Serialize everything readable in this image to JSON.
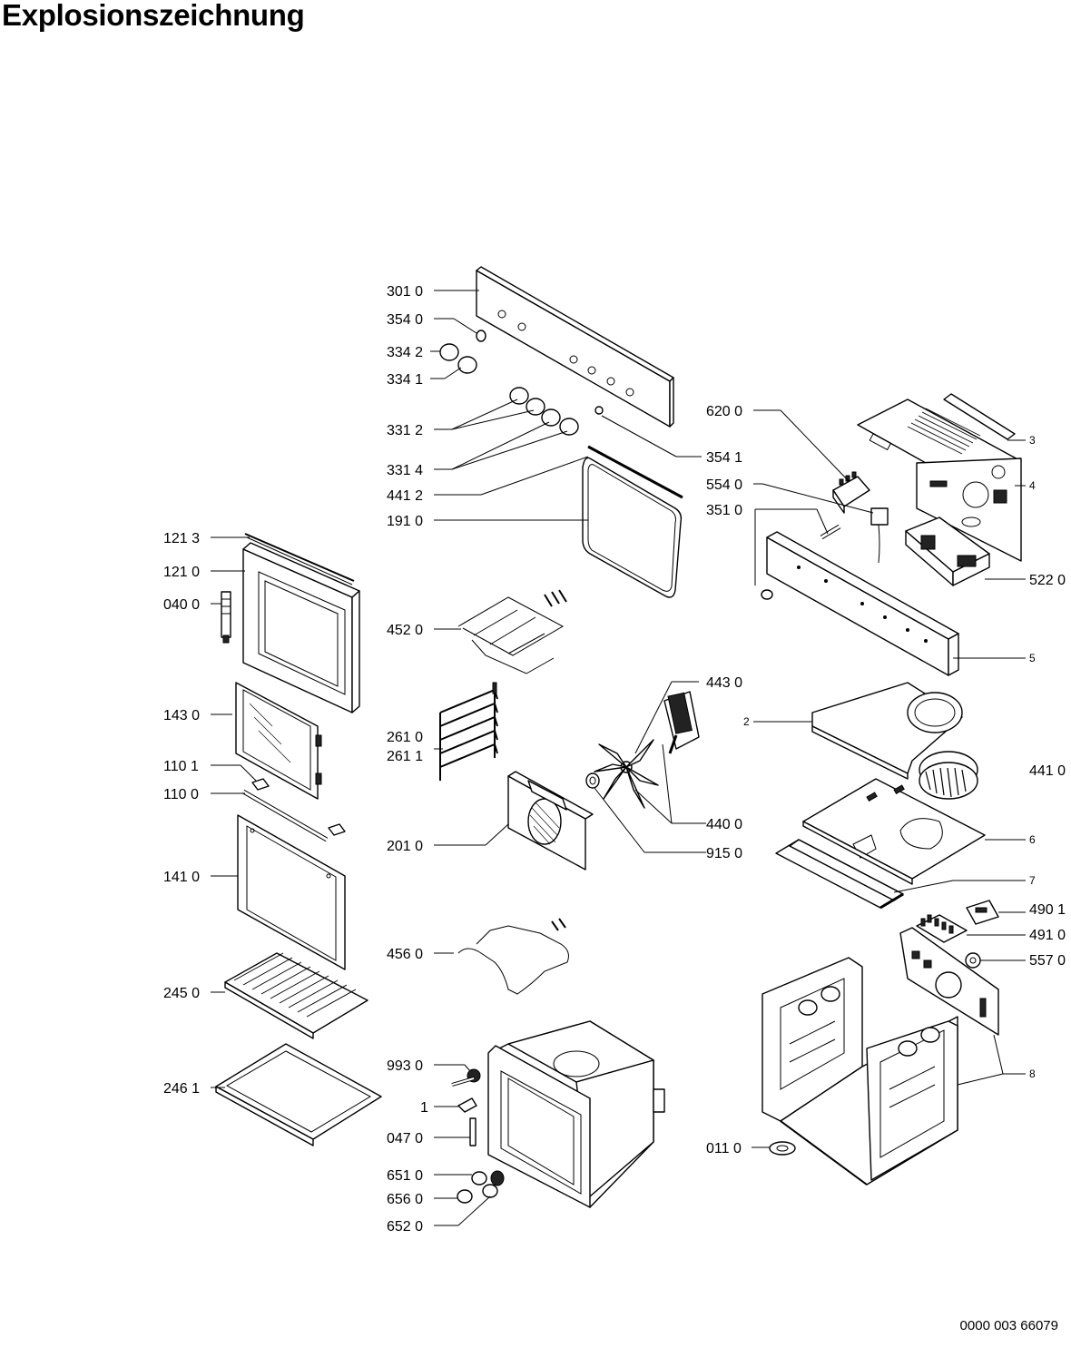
{
  "header": {
    "title": "Explosionszeichnung"
  },
  "footer": {
    "doc_id": "0000 003 66079"
  },
  "callouts": {
    "c3010": "301 0",
    "c3540": "354 0",
    "c3342": "334 2",
    "c3341": "334 1",
    "c3312": "331 2",
    "c3314": "331 4",
    "c4412": "441 2",
    "c1910": "191 0",
    "c3541": "354 1",
    "c6200": "620 0",
    "c5540": "554 0",
    "c3510": "351 0",
    "c3": "3",
    "c4": "4",
    "c5220": "522 0",
    "c5": "5",
    "c1213": "121 3",
    "c1210": "121 0",
    "c0400": "040 0",
    "c4520": "452 0",
    "c4430": "443 0",
    "c2": "2",
    "c4410": "441 0",
    "c1430": "143 0",
    "c2610": "261 0",
    "c2611": "261 1",
    "c1101": "110 1",
    "c1100": "110 0",
    "c4400": "440 0",
    "c6": "6",
    "c2010": "201 0",
    "c9150": "915 0",
    "c7": "7",
    "c1410": "141 0",
    "c4901": "490 1",
    "c4910": "491 0",
    "c5570": "557 0",
    "c4560": "456 0",
    "c2450": "245 0",
    "c9930": "993 0",
    "c8": "8",
    "c1": "1",
    "c2461": "246 1",
    "c0470": "047 0",
    "c0110": "011 0",
    "c6510": "651 0",
    "c6560": "656 0",
    "c6520": "652 0"
  }
}
